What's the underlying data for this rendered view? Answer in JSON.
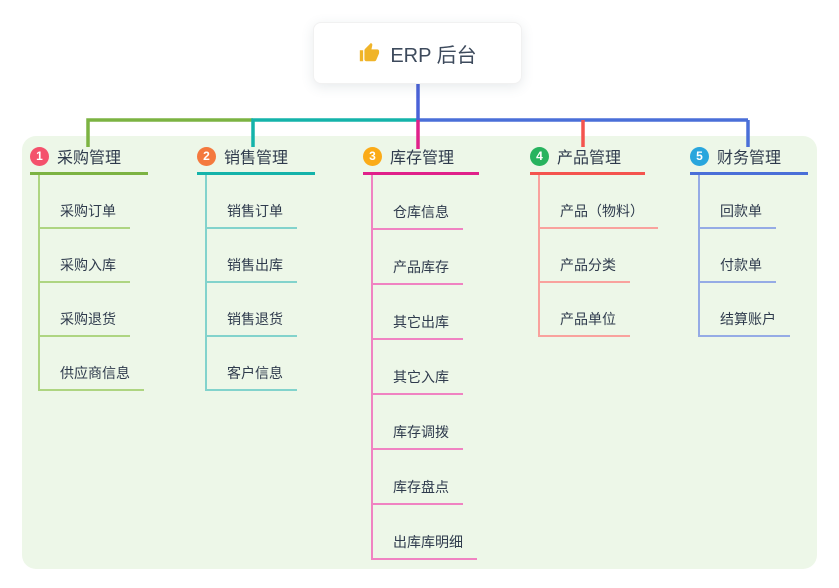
{
  "canvas": {
    "background": "#ffffff"
  },
  "panel": {
    "background": "#edf7e8"
  },
  "root": {
    "title": "ERP 后台",
    "icon": "thumbs-up-icon",
    "icon_color": "#f0b429",
    "text_color": "#3d4a5c",
    "line_color": "#4a62d8"
  },
  "branches": [
    {
      "num": "1",
      "label": "采购管理",
      "badge_color": "#f4516c",
      "line_color": "#7cb342",
      "child_line_color": "#aed581",
      "children": [
        "采购订单",
        "采购入库",
        "采购退货",
        "供应商信息"
      ]
    },
    {
      "num": "2",
      "label": "销售管理",
      "badge_color": "#f4793e",
      "line_color": "#14b3aa",
      "child_line_color": "#82d3cc",
      "children": [
        "销售订单",
        "销售出库",
        "销售退货",
        "客户信息"
      ]
    },
    {
      "num": "3",
      "label": "库存管理",
      "badge_color": "#fbab18",
      "line_color": "#e0218a",
      "child_line_color": "#f083c2",
      "children": [
        "仓库信息",
        "产品库存",
        "其它出库",
        "其它入库",
        "库存调拨",
        "库存盘点",
        "出库库明细"
      ]
    },
    {
      "num": "4",
      "label": "产品管理",
      "badge_color": "#27b35e",
      "line_color": "#f4544e",
      "child_line_color": "#f9a29d",
      "children": [
        "产品（物料）",
        "产品分类",
        "产品单位"
      ]
    },
    {
      "num": "5",
      "label": "财务管理",
      "badge_color": "#29a6dd",
      "line_color": "#4a6fd8",
      "child_line_color": "#95abe5",
      "children": [
        "回款单",
        "付款单",
        "结算账户"
      ]
    }
  ]
}
